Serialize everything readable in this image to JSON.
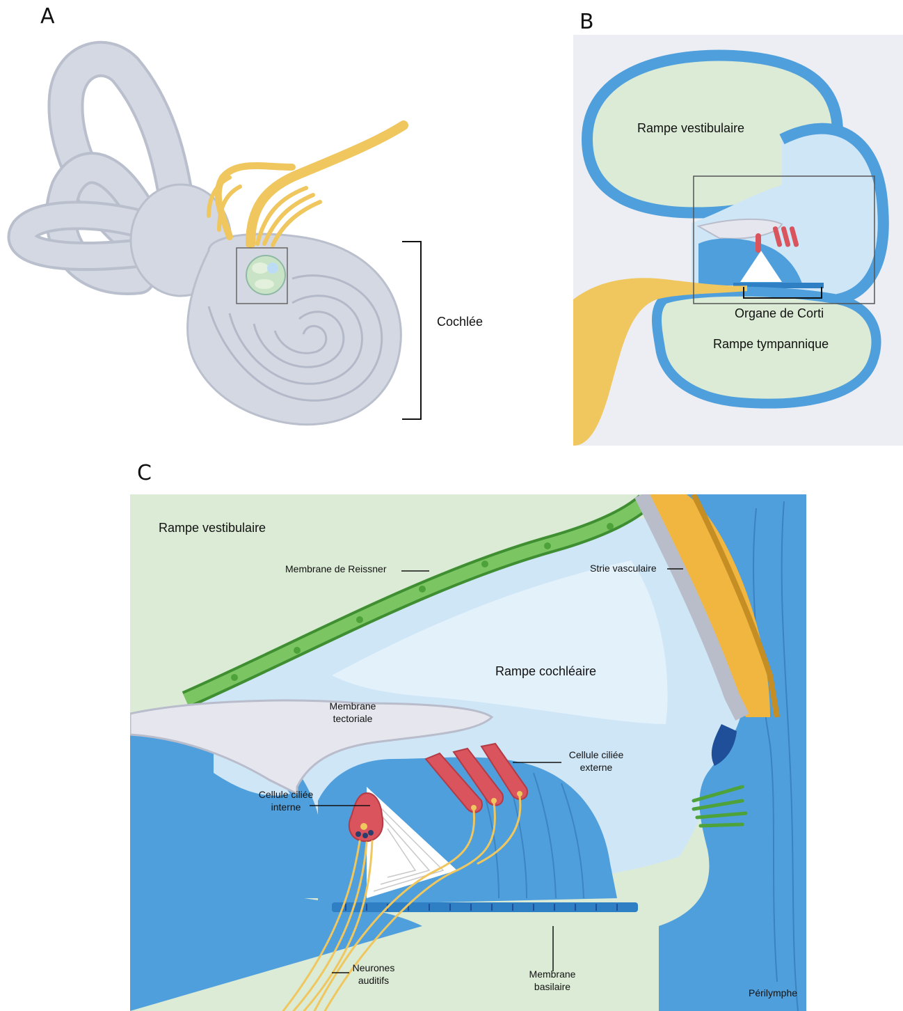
{
  "panels": {
    "a": "A",
    "b": "B",
    "c": "C"
  },
  "panel_a": {
    "cochlea_label": "Cochlée"
  },
  "panel_b": {
    "scala_vestibuli": "Rampe vestibulaire",
    "organ_of_corti": "Organe de Corti",
    "scala_tympani": "Rampe tympannique"
  },
  "panel_c": {
    "scala_vestibuli": "Rampe vestibulaire",
    "reissner": "Membrane de Reissner",
    "stria": "Strie vasculaire",
    "scala_media": "Rampe cochléaire",
    "tectorial_1": "Membrane",
    "tectorial_2": "tectoriale",
    "outer_hair_1": "Cellule ciliée",
    "outer_hair_2": "externe",
    "inner_hair_1": "Cellule ciliée",
    "inner_hair_2": "interne",
    "neurons_1": "Neurones",
    "neurons_2": "auditifs",
    "basilar_1": "Membrane",
    "basilar_2": "basilaire",
    "perilymph": "Périlymphe"
  },
  "colors": {
    "bone_gray": "#d4d8e2",
    "nerve_yellow": "#efc75e",
    "epithelium_blue": "#4f9fdc",
    "fluid_light_blue": "#cfe6f7",
    "perilymph_green": "#dcebd6",
    "reissner_green": "#63b24e",
    "hair_cell_red": "#d9545c",
    "stria_orange": "#f0b640"
  }
}
